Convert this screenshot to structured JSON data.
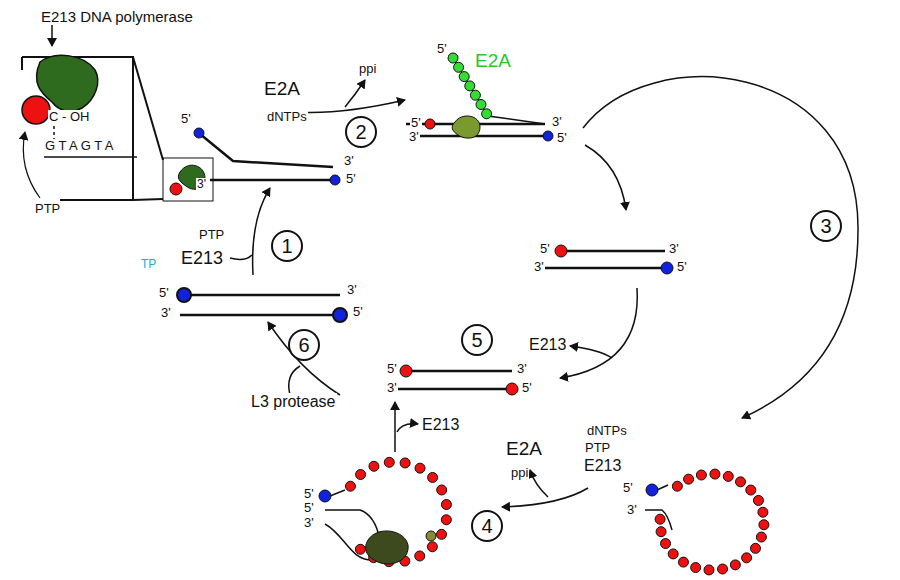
{
  "diagram": {
    "nodes": [
      {
        "text": [
          "1"
        ]
      },
      {
        "text": [
          "2"
        ]
      },
      {
        "text": [
          "3"
        ]
      },
      {
        "text": [
          "4"
        ]
      },
      {
        "text": [
          "5"
        ]
      },
      {
        "text": [
          "6"
        ]
      }
    ],
    "labels": [
      "E213 DNA polymerase",
      "C - OH",
      "G T A G T A",
      "PTP",
      "5'",
      "3'",
      "3'",
      "5'",
      "PTP",
      "E213",
      "TP",
      "5'",
      "3'",
      "3'",
      "5'",
      "E2A",
      "ppi",
      "dNTPs",
      "5'",
      "E2A",
      "5'",
      "3'",
      "3'",
      "5'",
      "5'",
      "3'",
      "3'",
      "5'",
      "E213",
      "5'",
      "3'",
      "3'",
      "5'",
      "L3 protease",
      "E213",
      "E2A",
      "ppi",
      "dNTPs",
      "PTP",
      "E213",
      "5'",
      "5'",
      "3'",
      "5'",
      "3'"
    ]
  }
}
